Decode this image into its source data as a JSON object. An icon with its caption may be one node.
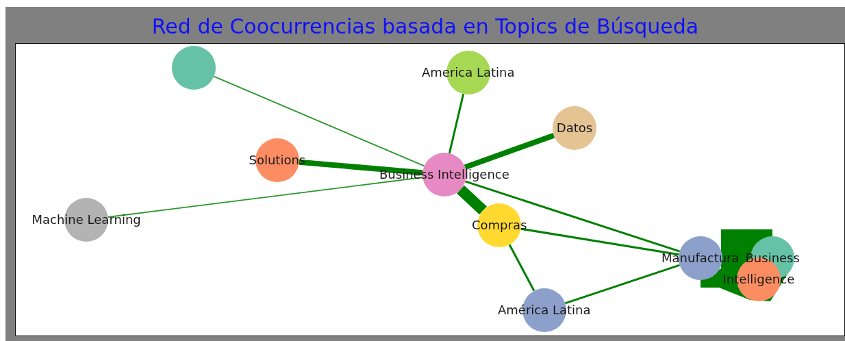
{
  "diagram": {
    "title": "Red de Coocurrencias basada en Topics de Búsqueda",
    "nodes": [
      {
        "text": [],
        "shape": "circle"
      },
      {
        "text": [
          "America Latina"
        ]
      },
      {
        "text": [
          "Datos"
        ]
      },
      {
        "text": [
          "Solutions"
        ]
      },
      {
        "text": [
          "Business Intelligence"
        ]
      },
      {
        "text": [
          "Machine Learning"
        ]
      },
      {
        "text": [
          "Compras"
        ]
      },
      {
        "text": [
          "Manufactura"
        ]
      },
      {
        "text": [
          "Business"
        ]
      },
      {
        "text": [
          "Intelligence"
        ]
      },
      {
        "text": [
          "América Latina"
        ]
      }
    ],
    "edges": [
      {
        "from": 4,
        "to": 0,
        "arrow": "none",
        "color": "#2a962a"
      },
      {
        "from": 4,
        "to": 1,
        "arrow": "none"
      },
      {
        "from": 4,
        "to": 2,
        "arrow": "none",
        "style": "thick"
      },
      {
        "from": 4,
        "to": 3,
        "arrow": "none",
        "style": "thick"
      },
      {
        "from": 4,
        "to": 5,
        "arrow": "none",
        "color": "#2a962a"
      },
      {
        "from": 4,
        "to": 6,
        "arrow": "none",
        "style": "thick"
      },
      {
        "from": 4,
        "to": 7,
        "arrow": "none"
      },
      {
        "from": 6,
        "to": 7,
        "arrow": "none"
      },
      {
        "from": 6,
        "to": 10,
        "arrow": "none"
      },
      {
        "from": 10,
        "to": 7,
        "arrow": "none"
      },
      {
        "from": 7,
        "to": 8,
        "arrow": "none",
        "style": "thick"
      }
    ]
  }
}
